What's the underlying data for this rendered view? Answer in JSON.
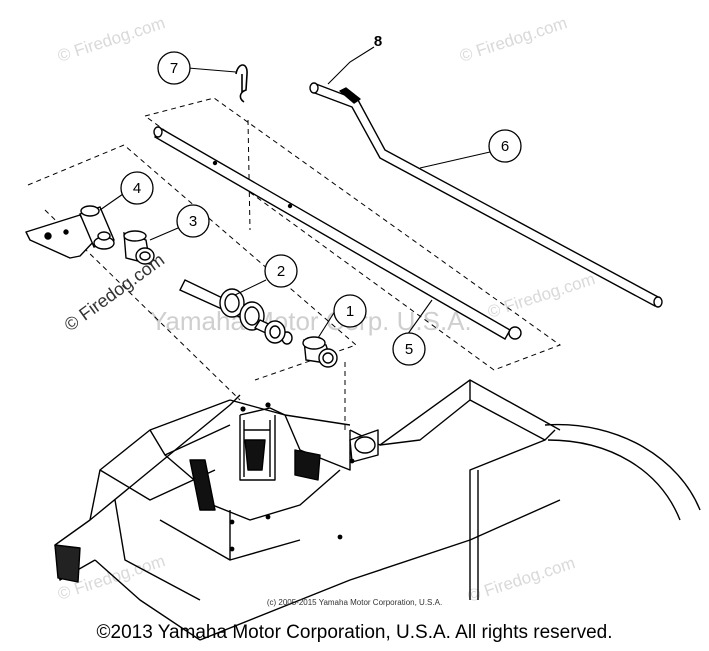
{
  "callouts": [
    "1",
    "2",
    "3",
    "4",
    "5",
    "6",
    "7",
    "8"
  ],
  "watermarks": {
    "corner": "© Firedog.com",
    "left_rotated": "© Firedog.com",
    "center": "Yamaha Motor Corp. U.S.A."
  },
  "footer": {
    "small_copyright": "(c) 2005-2015 Yamaha Motor Corporation, U.S.A.",
    "main_copyright": "©2013 Yamaha Motor Corporation, U.S.A. All rights reserved."
  }
}
